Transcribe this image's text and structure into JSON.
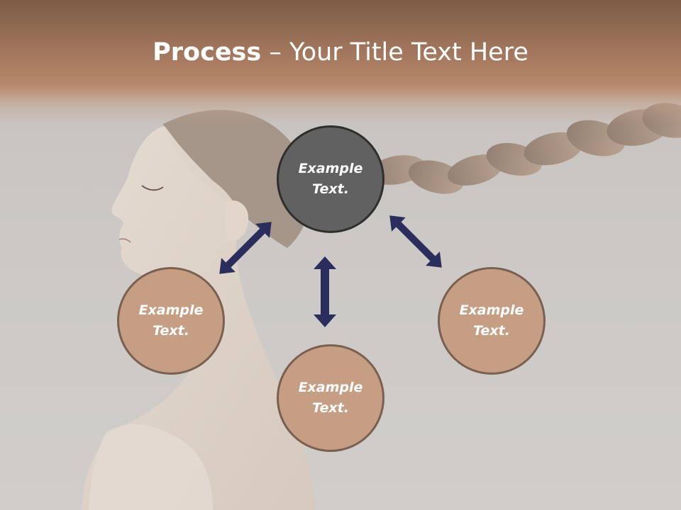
{
  "slide": {
    "title_bold": "Process",
    "title_rest": " – Your Title Text Here"
  },
  "process": {
    "center": {
      "line1": "Example",
      "line2": "Text."
    },
    "left": {
      "line1": "Example",
      "line2": "Text."
    },
    "right": {
      "line1": "Example",
      "line2": "Text."
    },
    "bottom": {
      "line1": "Example",
      "line2": "Text."
    }
  },
  "colors": {
    "header": "#9c7259",
    "circle_fill": "#c69e83",
    "circle_border": "#7a6050",
    "center_fill": "#616161",
    "arrow": "#2b2d5c"
  },
  "background": {
    "image": "woman-profile-braid-photo"
  }
}
